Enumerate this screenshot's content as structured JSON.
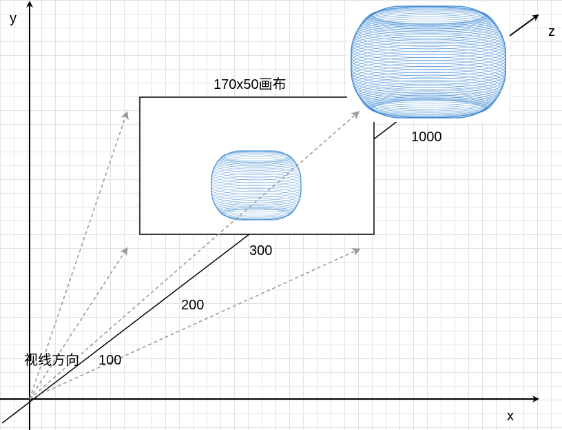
{
  "axes": {
    "x_label": "x",
    "y_label": "y",
    "z_label": "z"
  },
  "canvas": {
    "label": "170x50画布"
  },
  "sight": {
    "label": "视线方向"
  },
  "depth_marks": {
    "d100": "100",
    "d200": "200",
    "d300": "300",
    "d1000": "1000"
  },
  "colors": {
    "grid": "#e2e2e2",
    "axis": "#000000",
    "ray": "#9a9a9a",
    "torus": "#2f7fd0"
  },
  "icons": {
    "torus_object": "wireframe-torus-icon",
    "projected_torus": "wireframe-torus-icon"
  }
}
